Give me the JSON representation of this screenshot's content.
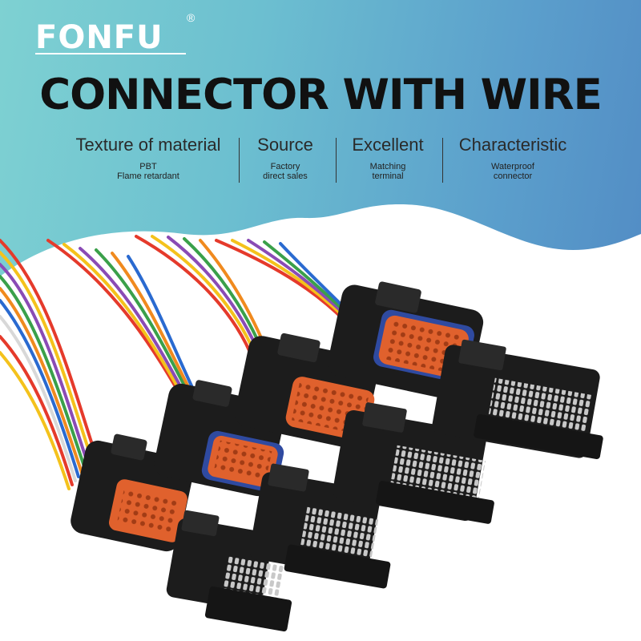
{
  "brand": {
    "logo_text": "FONFU",
    "registered_mark": "®"
  },
  "headline": "CONNECTOR WITH WIRE",
  "features": [
    {
      "title": "Texture of material",
      "sub1": "PBT",
      "sub2": "Flame retardant"
    },
    {
      "title": "Source",
      "sub1": "Factory",
      "sub2": "direct sales"
    },
    {
      "title": "Excellent",
      "sub1": "Matching",
      "sub2": "terminal"
    },
    {
      "title": "Characteristic",
      "sub1": "Waterproof",
      "sub2": "connector"
    }
  ],
  "colors": {
    "bg_left": "#7ed1d2",
    "bg_right": "#4f86c2",
    "connector_body": "#1c1c1c",
    "insert_orange": "#e0612d",
    "seal_blue": "#2f4aa0"
  },
  "product_image": "assorted black automotive connectors with colored wire harnesses"
}
